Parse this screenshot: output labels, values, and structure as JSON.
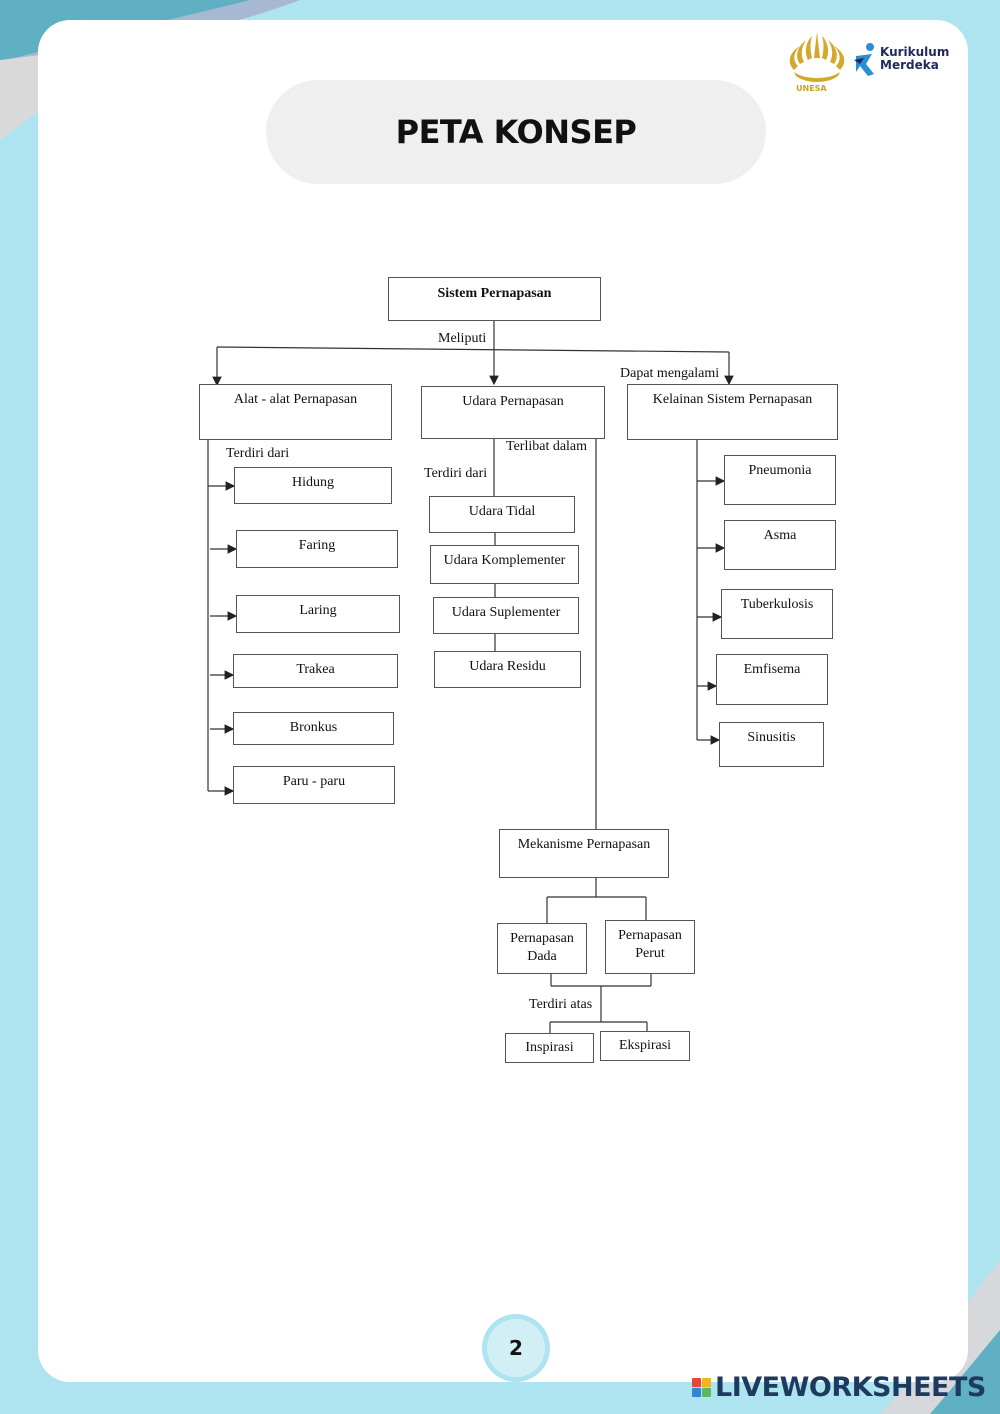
{
  "title": "PETA KONSEP",
  "logos": {
    "unesa_caption": "UNESA",
    "kurikulum_line1": "Kurikulum",
    "kurikulum_line2": "Merdeka"
  },
  "diagram": {
    "root": "Sistem Pernapasan",
    "link_meliputi": "Meliputi",
    "link_dapat_mengalami": "Dapat mengalami",
    "branch_alat": "Alat - alat Pernapasan",
    "branch_udara": "Udara Pernapasan",
    "branch_kelainan": "Kelainan Sistem Pernapasan",
    "link_terdiri_dari_alat": "Terdiri dari",
    "link_terdiri_dari_udara": "Terdiri dari",
    "link_terlibat_dalam": "Terlibat dalam",
    "alat_items": [
      "Hidung",
      "Faring",
      "Laring",
      "Trakea",
      "Bronkus",
      "Paru - paru"
    ],
    "udara_items": [
      "Udara Tidal",
      "Udara Komplementer",
      "Udara Suplementer",
      "Udara Residu"
    ],
    "kelainan_items": [
      "Pneumonia",
      "Asma",
      "Tuberkulosis",
      "Emfisema",
      "Sinusitis"
    ],
    "mekanisme": "Mekanisme Pernapasan",
    "dada_line1": "Pernapasan",
    "dada_line2": "Dada",
    "perut_line1": "Pernapasan",
    "perut_line2": "Perut",
    "link_terdiri_atas": "Terdiri atas",
    "inspirasi": "Inspirasi",
    "ekspirasi": "Ekspirasi"
  },
  "page_number": "2",
  "brand": "LIVEWORKSHEETS",
  "colors": {
    "frame": "#aee4ef",
    "corner_dark": "#5aaec0",
    "corner_light": "#9fb6cf",
    "brand_text": "#1f3a5f"
  }
}
